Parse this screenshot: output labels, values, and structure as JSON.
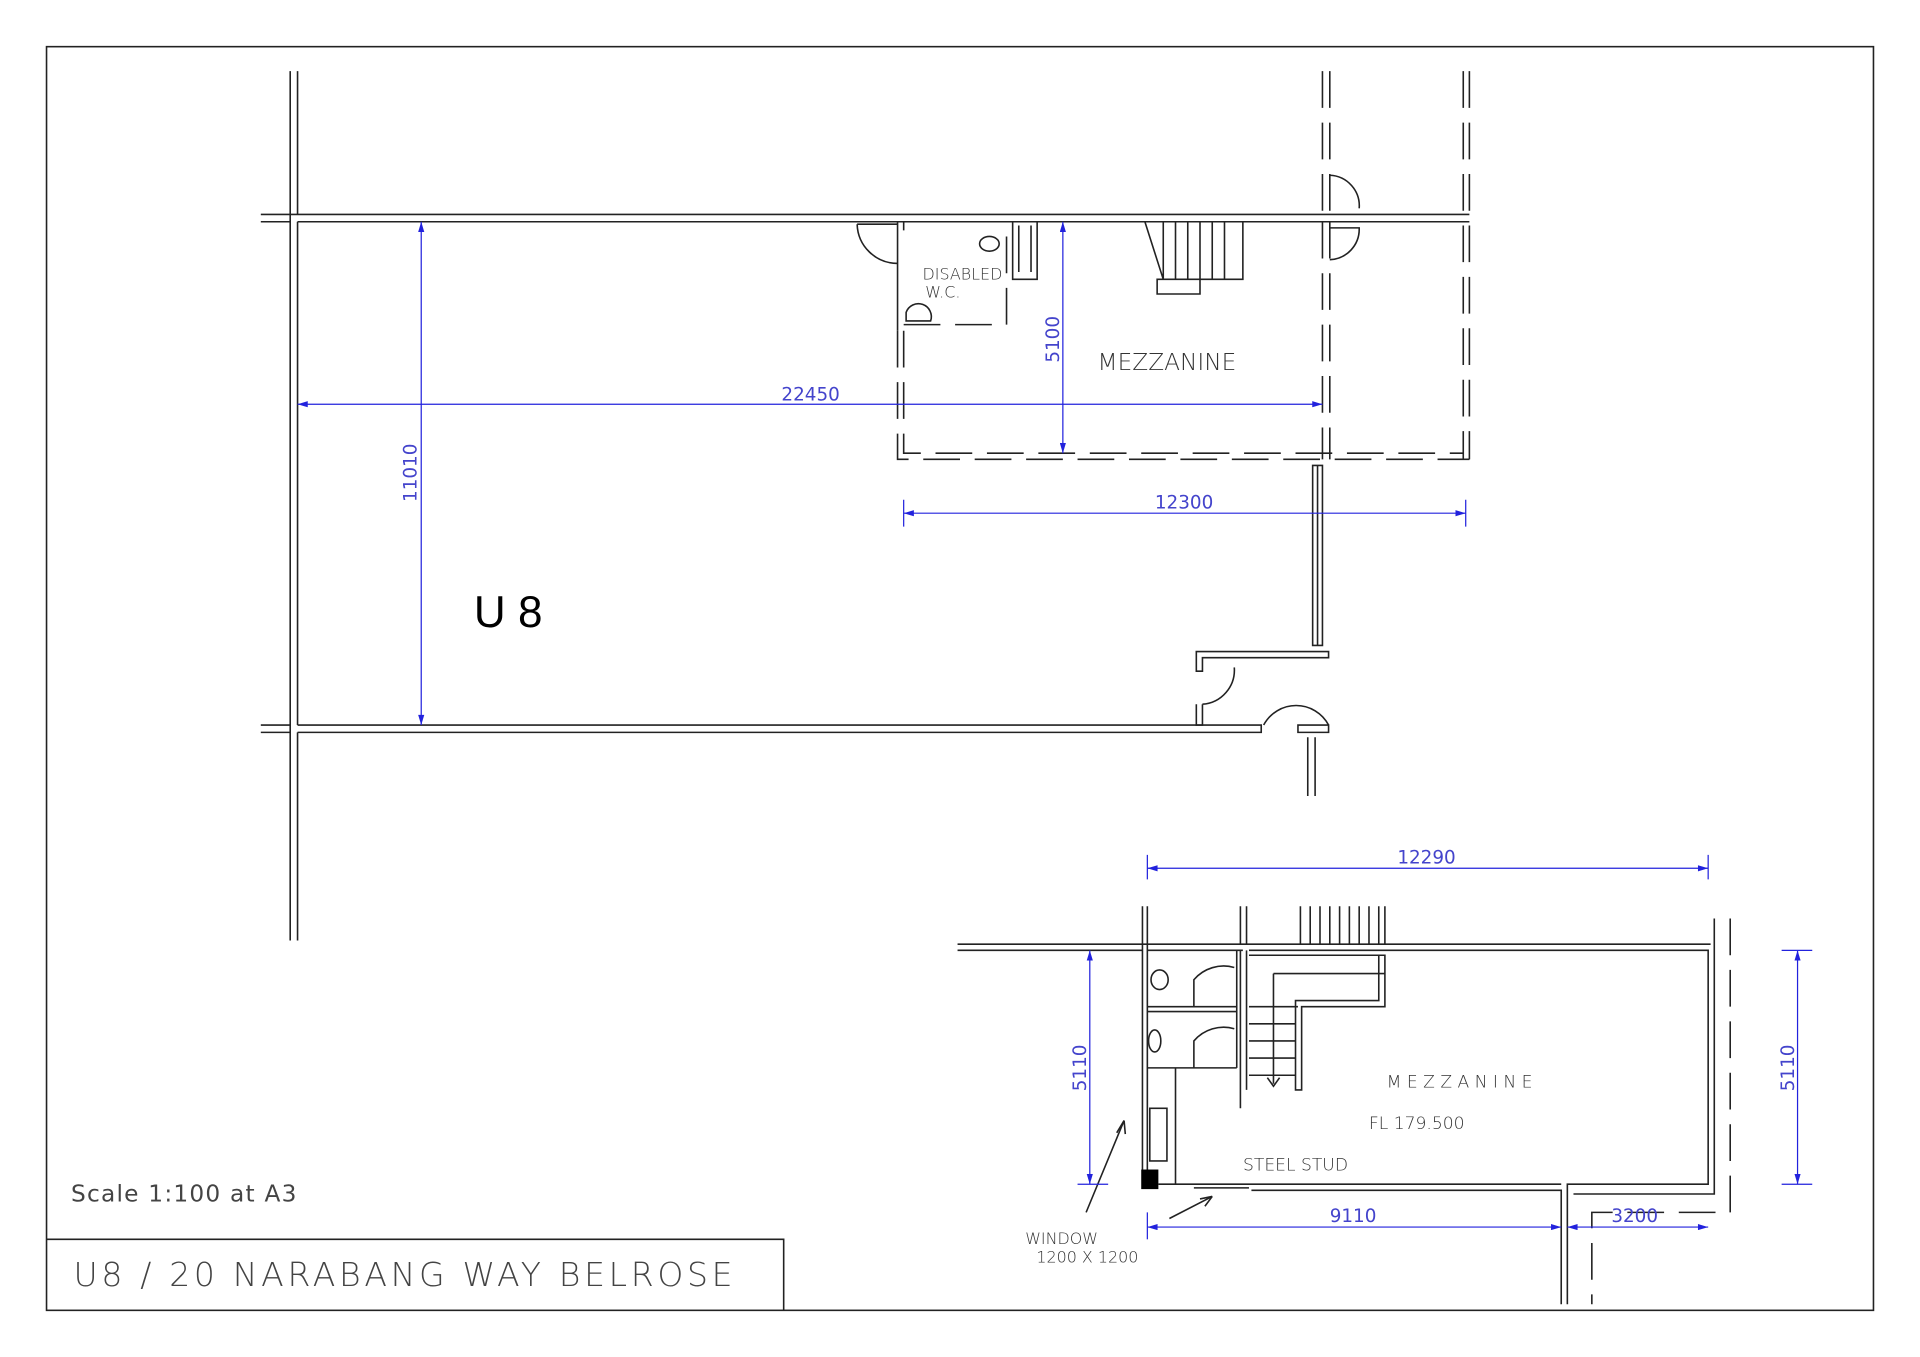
{
  "title_block": {
    "title": "U8 / 20 NARABANG WAY BELROSE",
    "scale": "Scale 1:100 at A3"
  },
  "ground_plan": {
    "unit_label": "U 8",
    "wc_label_1": "DISABLED",
    "wc_label_2": "W.C.",
    "mezzanine_label": "MEZZANINE",
    "dimensions": {
      "width": "22450",
      "depth": "11010",
      "mezz_depth": "5100",
      "mezz_width": "12300"
    }
  },
  "mezzanine_plan": {
    "label": "M E Z Z A N I N E",
    "floor_level": "FL 179.500",
    "wall_note": "STEEL STUD",
    "window_note_1": "WINDOW",
    "window_note_2": "1200 X 1200",
    "dimensions": {
      "width": "12290",
      "depth_left": "5110",
      "depth_right": "5110",
      "bottom_left": "9110",
      "bottom_right": "3200"
    }
  },
  "colors": {
    "dimension": "#2222dd",
    "line": "#222222"
  }
}
